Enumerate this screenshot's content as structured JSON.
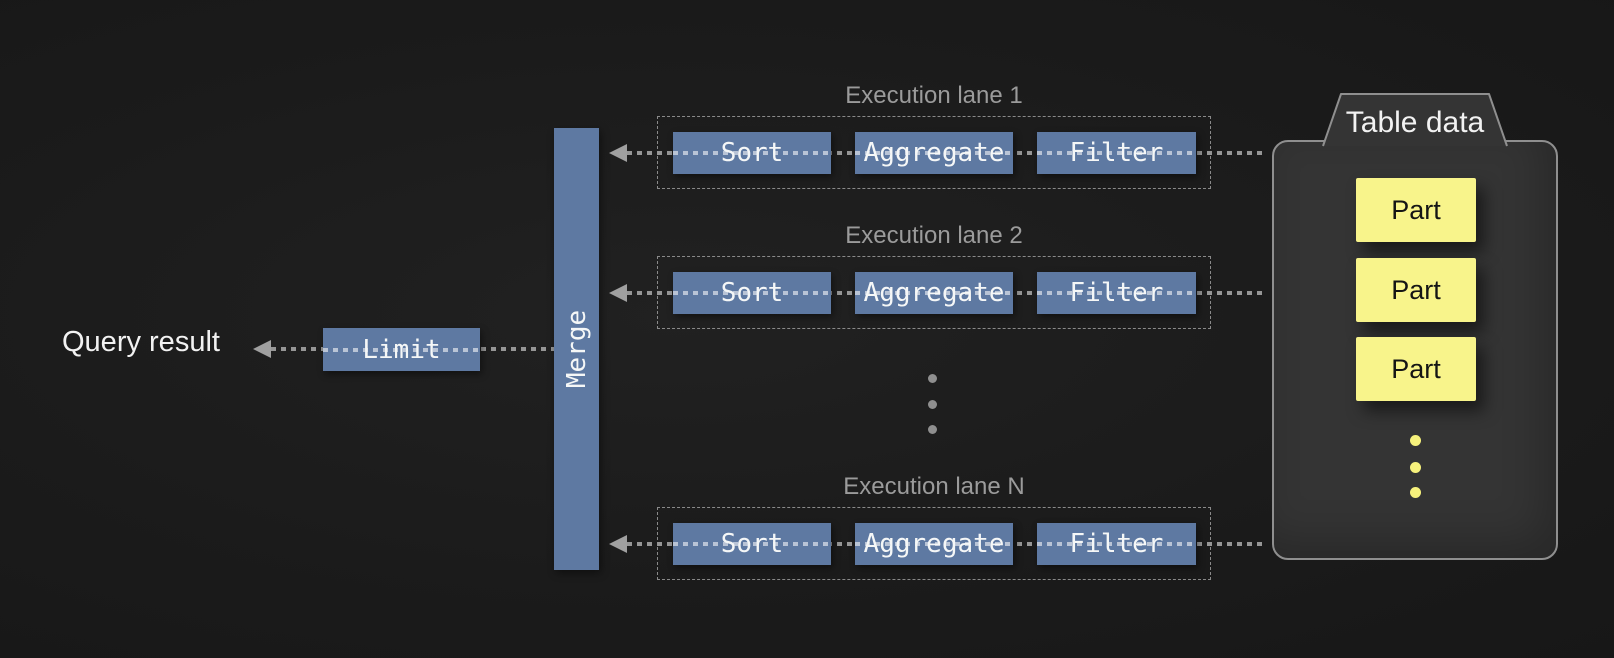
{
  "colors": {
    "background": "#1b1b1b",
    "node_blue": "#5e79a2",
    "part_yellow": "#f8f48b",
    "container_fill": "#343434",
    "container_border": "#8f8f8f",
    "lane_label_gray": "#9b9b9b",
    "connector_dot_gray": "#969696",
    "connector_dot_light": "#b9c4d6",
    "text_white": "#f2f2f2"
  },
  "result_label": "Query result",
  "limit_label": "Limit",
  "merge_label": "Merge",
  "lanes": [
    {
      "title": "Execution lane 1",
      "ops": [
        "Sort",
        "Aggregate",
        "Filter"
      ]
    },
    {
      "title": "Execution lane 2",
      "ops": [
        "Sort",
        "Aggregate",
        "Filter"
      ]
    },
    {
      "title": "Execution lane N",
      "ops": [
        "Sort",
        "Aggregate",
        "Filter"
      ]
    }
  ],
  "table": {
    "title": "Table data",
    "parts": [
      "Part",
      "Part",
      "Part"
    ]
  }
}
